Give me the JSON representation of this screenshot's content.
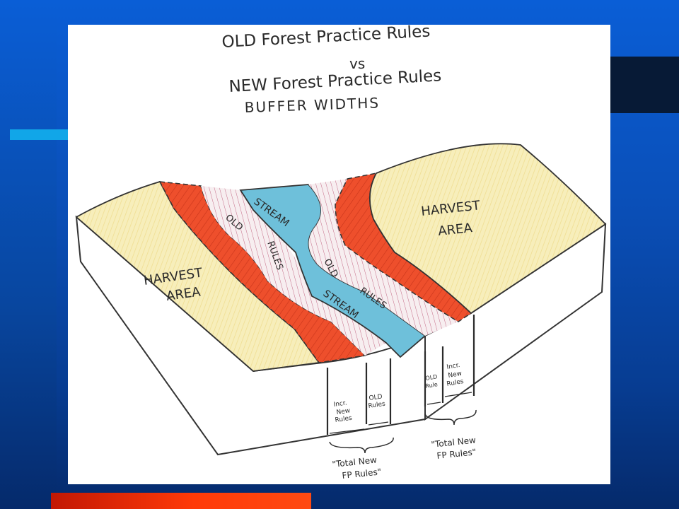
{
  "title_lines": [
    "OLD Forest Practice Rules",
    "vs",
    "NEW Forest Practice Rules",
    "BUFFER WIDTHS"
  ],
  "labels": {
    "harvest_left_1": "HARVEST",
    "harvest_left_2": "AREA",
    "harvest_right_1": "HARVEST",
    "harvest_right_2": "AREA",
    "stream_top": "STREAM",
    "stream_bottom": "STREAM",
    "old_rules_left_1": "OLD",
    "old_rules_left_2": "RULES",
    "old_rules_right_1": "OLD",
    "old_rules_right_2": "RULES"
  },
  "callouts": {
    "left_incr_1": "Incr.",
    "left_incr_2": "New",
    "left_incr_3": "Rules",
    "left_old_1": "OLD",
    "left_old_2": "Rules",
    "left_total_1": "\"Total New",
    "left_total_2": "FP Rules\"",
    "right_old_1": "OLD",
    "right_old_2": "Rule",
    "right_incr_1": "Incr.",
    "right_incr_2": "New",
    "right_incr_3": "Rules",
    "right_total_1": "\"Total New",
    "right_total_2": "FP Rules\""
  },
  "colors": {
    "harvest": "#f6ecb2",
    "buffer_new": "#ee4f2c",
    "buffer_old": "#f4e8ec",
    "stream": "#6ec0da",
    "ink": "#2a2a2a"
  }
}
